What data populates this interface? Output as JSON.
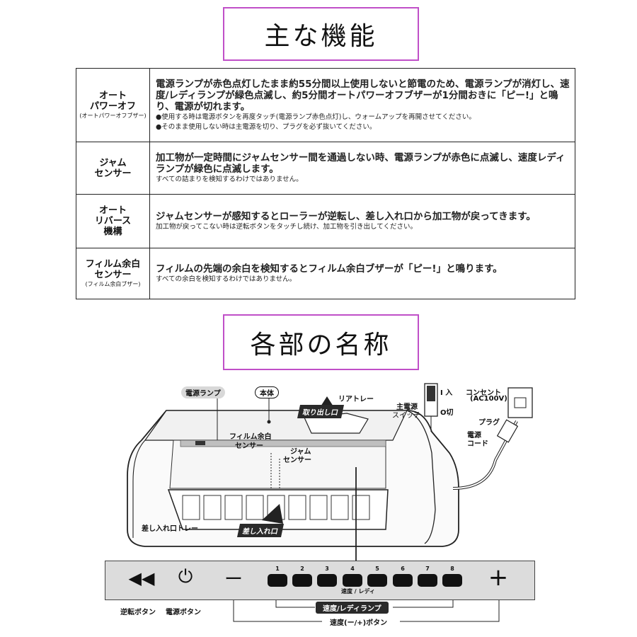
{
  "sections": {
    "features_title": "主な機能",
    "parts_title": "各部の名称"
  },
  "features": [
    {
      "name_lines": [
        "オート",
        "パワーオフ"
      ],
      "sub": "(オートパワーオフブザー)",
      "main": "電源ランプが赤色点灯したまま約55分間以上使用しないと節電のため、電源ランプが消灯し、速度/レディランプが緑色点滅し、約5分間オートパワーオフブザーが1分間おきに「ピー!」と鳴り、電源が切れます。",
      "notes": [
        "●使用する時は電源ボタンを再度タッチ(電源ランプ赤色点灯)し、ウォームアップを再開させてください。",
        "●そのまま使用しない時は主電源を切り、プラグを必ず抜いてください。"
      ]
    },
    {
      "name_lines": [
        "ジャム",
        "センサー"
      ],
      "sub": "",
      "main": "加工物が一定時間にジャムセンサー間を通過しない時、電源ランプが赤色に点滅し、速度レディランプが緑色に点滅します。",
      "notes": [
        "すべての詰まりを検知するわけではありません。"
      ]
    },
    {
      "name_lines": [
        "オート",
        "リバース",
        "機構"
      ],
      "sub": "",
      "main": "ジャムセンサーが感知するとローラーが逆転し、差し入れ口から加工物が戻ってきます。",
      "notes": [
        "加工物が戻ってこない時は逆転ボタンをタッチし続け、加工物を引き出してください。"
      ]
    },
    {
      "name_lines": [
        "フィルム余白",
        "センサー"
      ],
      "sub": "(フィルム余白ブザー)",
      "main": "フィルムの先端の余白を検知するとフィルム余白ブザーが「ピー!」と鳴ります。",
      "notes": [
        "すべての余白を検知するわけではありません。"
      ]
    }
  ],
  "parts": {
    "power_lamp": "電源ランプ",
    "body": "本体",
    "rear_tray": "リアトレー",
    "take_out": "取り出し口",
    "film_sensor_1": "フィルム余白",
    "film_sensor_2": "センサー",
    "jam_sensor_1": "ジャム",
    "jam_sensor_2": "センサー",
    "main_power_1": "主電源",
    "main_power_2": "スイッチ",
    "switch_on": "入",
    "switch_off": "切",
    "outlet_1": "コンセント",
    "outlet_2": "(AC100V)",
    "plug": "プラグ",
    "cord_1": "電源",
    "cord_2": "コード",
    "insert_tray": "差し入れ口トレー",
    "insert_slot": "差し入れ口"
  },
  "panel": {
    "numbers": [
      "1",
      "2",
      "3",
      "4",
      "5",
      "6",
      "7",
      "8"
    ],
    "speed_caption": "速度 / レディ",
    "reverse_button": "逆転ボタン",
    "power_button": "電源ボタン",
    "lamp_label": "速度/レディランプ",
    "speed_button": "速度(ー/+)ボタン",
    "minus": "ー",
    "plus": "+"
  }
}
